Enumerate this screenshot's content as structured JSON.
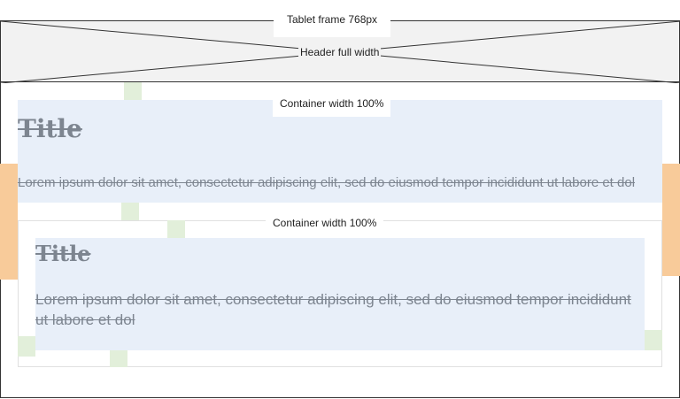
{
  "frame": {
    "label": "Tablet frame 768px"
  },
  "header": {
    "label": "Header full width"
  },
  "outer_container": {
    "label": "Container width 100%",
    "title": "Title",
    "body": "Lorem ipsum dolor sit amet, consectetur adipiscing elit, sed do eiusmod tempor incididunt ut labore et dol"
  },
  "inner_container": {
    "label": "Container width 100%",
    "title": "Title",
    "body": "Lorem ipsum dolor sit amet, consectetur adipiscing elit, sed do eiusmod tempor incididunt ut labore et dol"
  },
  "colors": {
    "container_fill": "#e8eff9",
    "margin_marker": "#e2efda",
    "side_marker": "#f8cb9a",
    "header_fill": "#f2f2f2",
    "placeholder_text": "#7d8590"
  }
}
